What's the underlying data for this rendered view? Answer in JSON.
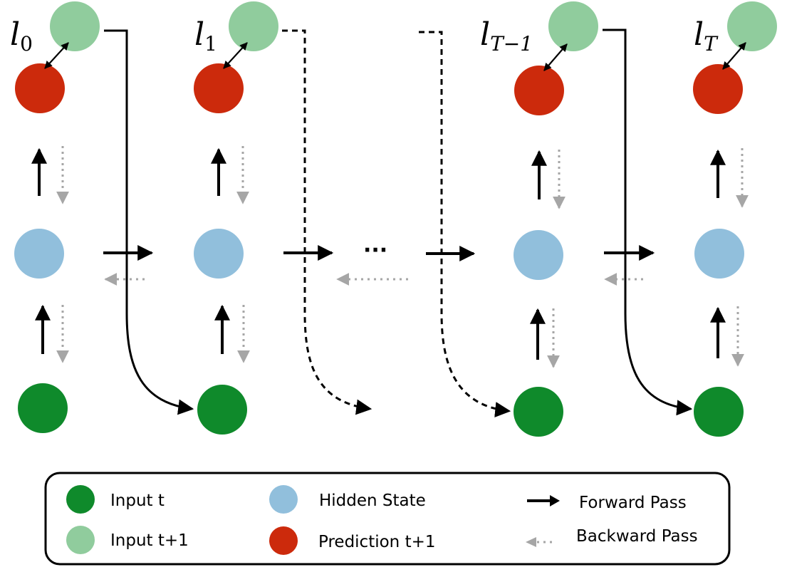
{
  "colors": {
    "input_t": "#0f8a2b",
    "input_t_plus_1": "#90cc9d",
    "hidden_state": "#91bfdc",
    "prediction": "#cc2a0c",
    "forward_arrow": "#000000",
    "backward_arrow": "#a6a6a6"
  },
  "columns": [
    {
      "label_base": "l",
      "label_sub": "0"
    },
    {
      "label_base": "l",
      "label_sub": "1"
    },
    {
      "label_base": "l",
      "label_sub": "T−1"
    },
    {
      "label_base": "l",
      "label_sub": "T"
    }
  ],
  "ellipsis": "···",
  "legend": {
    "input_t": "Input t",
    "input_t_plus_1": "Input t+1",
    "hidden_state": "Hidden State",
    "prediction": "Prediction t+1",
    "forward_pass": "Forward Pass",
    "backward_pass": "Backward Pass"
  }
}
